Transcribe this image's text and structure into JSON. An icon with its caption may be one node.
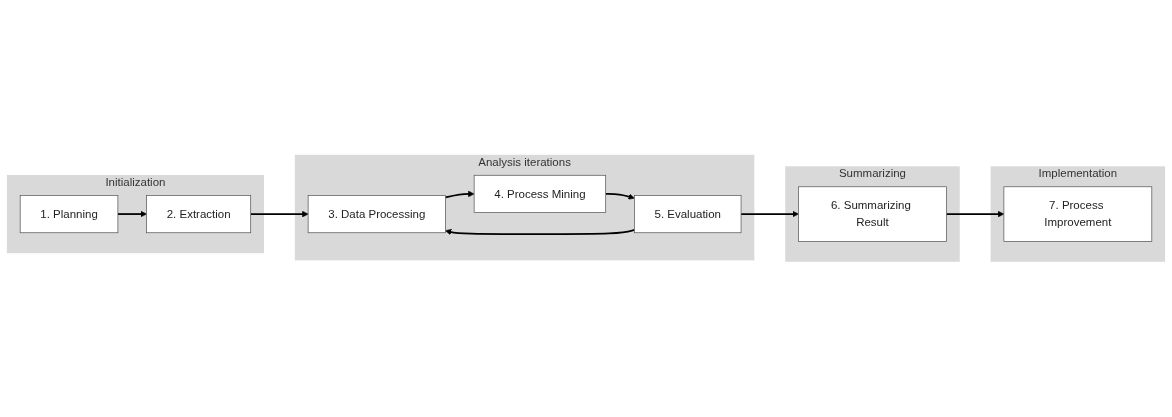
{
  "diagram": {
    "nodes": [
      {
        "text": [
          "Initialization"
        ]
      },
      {
        "text": [
          "1. Planning"
        ],
        "in": 0
      },
      {
        "text": [
          "2. Extraction"
        ],
        "in": 0
      },
      {
        "text": [
          "Analysis iterations"
        ]
      },
      {
        "text": [
          "3. Data Processing"
        ],
        "in": 3
      },
      {
        "text": [
          "4. Process Mining"
        ],
        "in": 3
      },
      {
        "text": [
          "5. Evaluation"
        ],
        "in": 3
      },
      {
        "text": [
          "Summarizing"
        ]
      },
      {
        "text": [
          "6. Summarizing Result"
        ],
        "in": 7
      },
      {
        "text": [
          "Implementation"
        ]
      },
      {
        "text": [
          "7. Process Improvement"
        ],
        "in": 9
      }
    ],
    "edges": [
      {
        "from": 1,
        "to": 2,
        "arrow": "to"
      },
      {
        "from": 2,
        "to": 4,
        "arrow": "to"
      },
      {
        "from": 4,
        "to": 5,
        "arrow": "to"
      },
      {
        "from": 5,
        "to": 6,
        "arrow": "to"
      },
      {
        "from": 6,
        "to": 4,
        "arrow": "to"
      },
      {
        "from": 6,
        "to": 8,
        "arrow": "to"
      },
      {
        "from": 8,
        "to": 10,
        "arrow": "to"
      }
    ]
  }
}
